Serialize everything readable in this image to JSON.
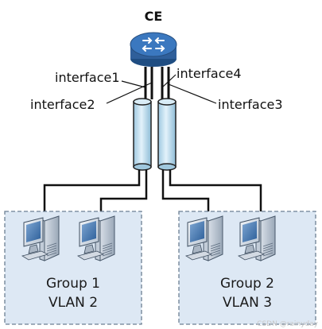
{
  "device": {
    "name": "CE",
    "icon": "router-icon"
  },
  "interfaces": {
    "if1": "interface1",
    "if2": "interface2",
    "if3": "interface3",
    "if4": "interface4"
  },
  "groups": [
    {
      "name": "Group 1",
      "vlan": "VLAN 2"
    },
    {
      "name": "Group 2",
      "vlan": "VLAN 3"
    }
  ],
  "watermark": "CSDN @rainyday",
  "colors": {
    "router_body": "#2f5f9a",
    "router_top": "#3b78bf",
    "pipe": "#c6e0ef",
    "group_fill": "#dde8f4",
    "group_border": "#6c7f93"
  }
}
